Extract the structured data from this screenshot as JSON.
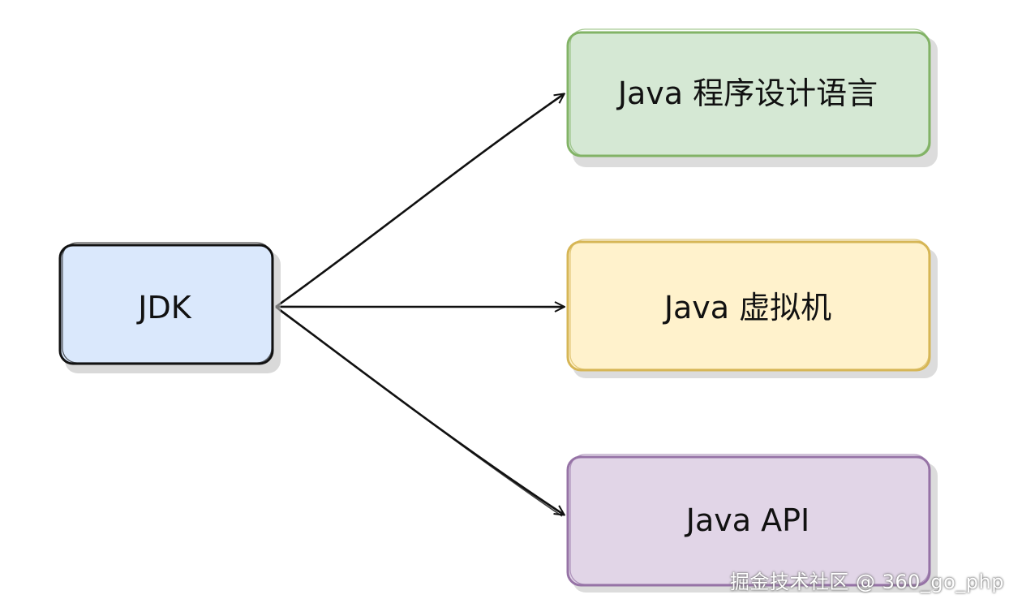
{
  "nodes": {
    "jdk": {
      "label": "JDK",
      "fill": "#dae8fc",
      "stroke": "#111111"
    },
    "language": {
      "label": "Java 程序设计语言",
      "fill": "#d5e8d4",
      "stroke": "#82b366"
    },
    "jvm": {
      "label": "Java 虚拟机",
      "fill": "#fff2cc",
      "stroke": "#d6b656"
    },
    "api": {
      "label": "Java API",
      "fill": "#e1d5e7",
      "stroke": "#9673a6"
    }
  },
  "edges": [
    {
      "from": "JDK",
      "to": "Java 程序设计语言"
    },
    {
      "from": "JDK",
      "to": "Java 虚拟机"
    },
    {
      "from": "JDK",
      "to": "Java API"
    }
  ],
  "watermark": "掘金技术社区 @ 360_go_php"
}
